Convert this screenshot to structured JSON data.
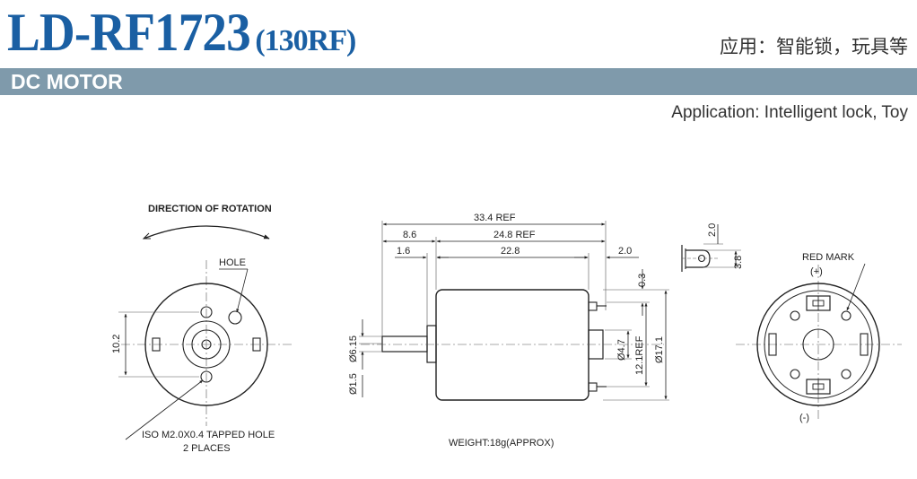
{
  "header": {
    "model_main": "LD-RF1723",
    "model_sub": "(130RF)",
    "application_cn": "应用：智能锁，玩具等",
    "section_label": "DC MOTOR",
    "application_en": "Application: Intelligent lock, Toy"
  },
  "front_view": {
    "direction_label": "DIRECTION OF ROTATION",
    "hole_label": "HOLE",
    "dim_height": "10.2",
    "tapped_hole_label": "ISO M2.0X0.4 TAPPED HOLE",
    "places_label": "2 PLACES"
  },
  "side_view": {
    "dim_total": "33.4 REF",
    "dim_shaft_len": "8.6",
    "dim_body_ref": "24.8 REF",
    "dim_boss": "1.6",
    "dim_body": "22.8",
    "dim_terminal": "2.0",
    "dim_gap": "0.3",
    "dim_shaft_dia": "Ø6.15",
    "dim_boss_dia": "Ø1.5",
    "dim_bearing": "Ø4.7",
    "dim_flat": "12.1REF",
    "dim_body_dia": "Ø17.1",
    "weight": "WEIGHT:18g(APPROX)"
  },
  "terminal_detail": {
    "dim_width": "2.0",
    "dim_height": "3.8"
  },
  "rear_view": {
    "red_mark_label": "RED MARK",
    "plus_label": "(+)",
    "minus_label": "(-)"
  }
}
